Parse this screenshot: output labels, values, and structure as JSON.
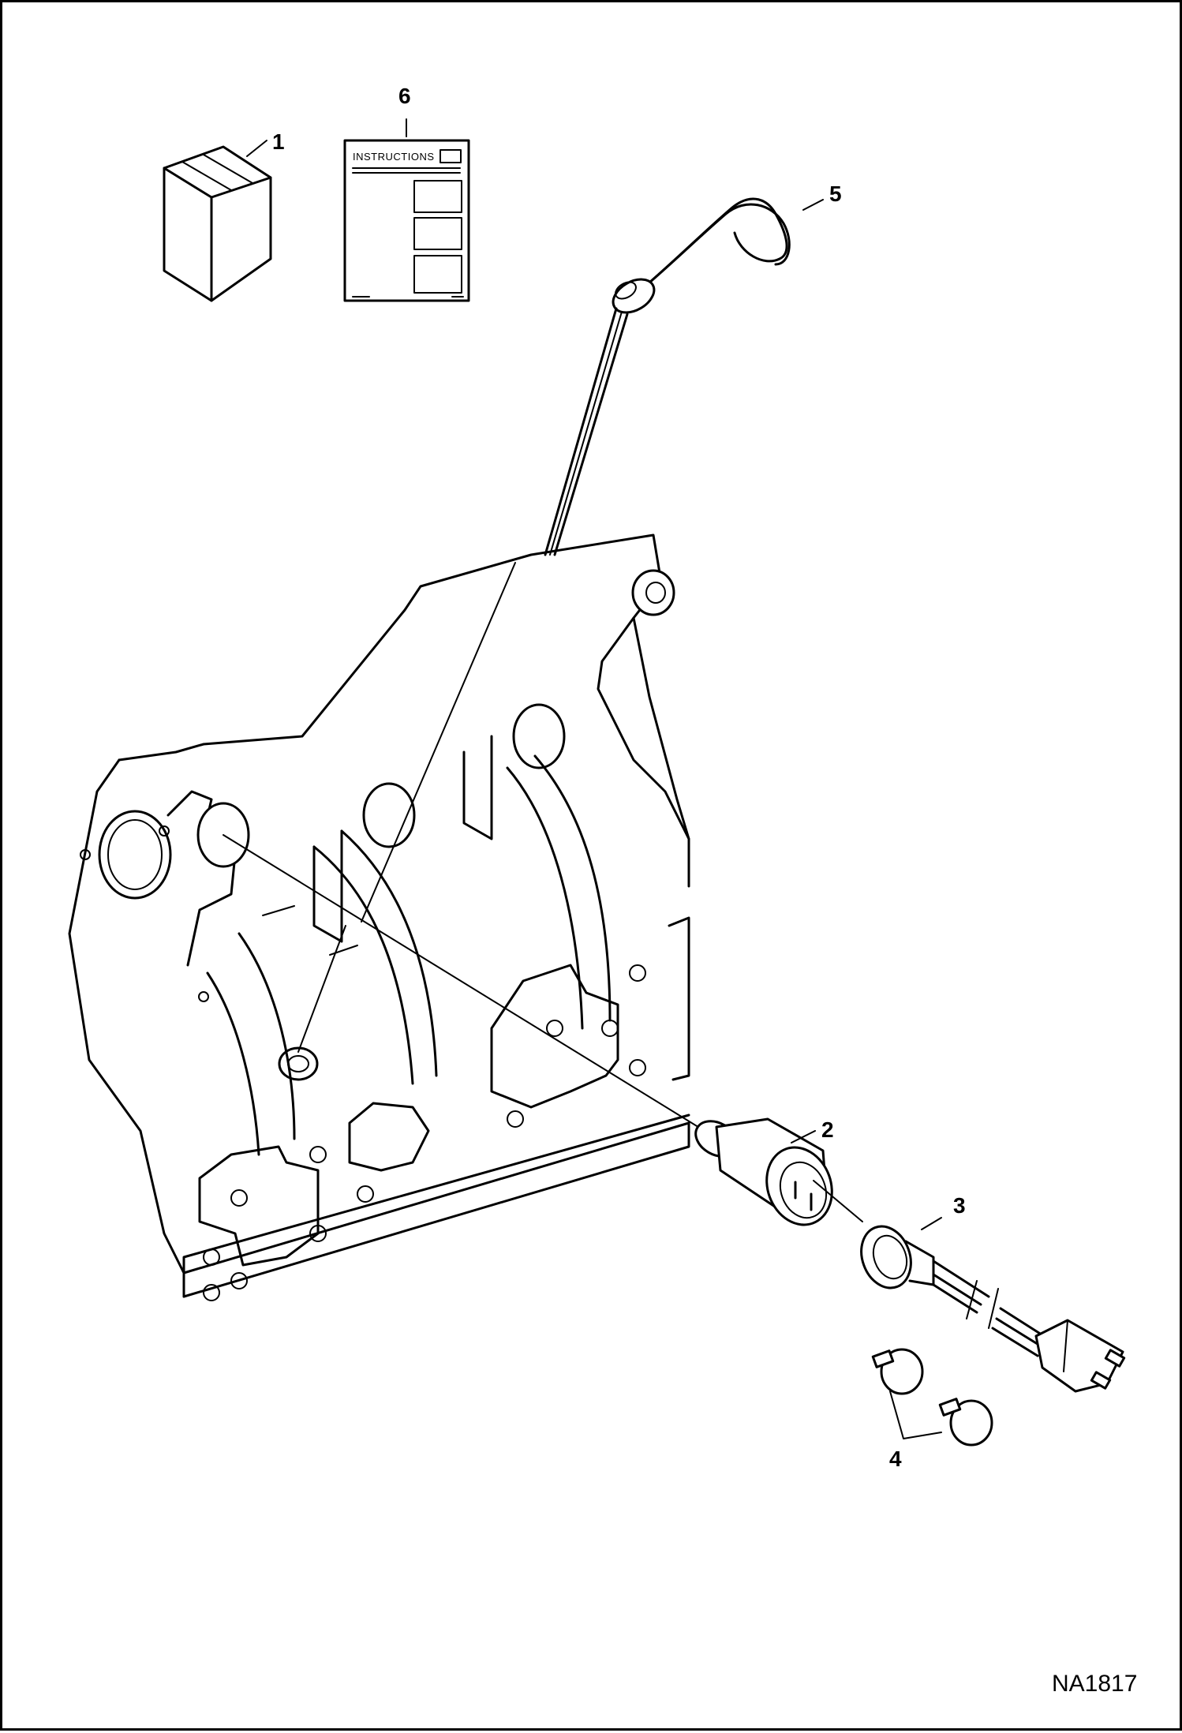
{
  "drawing_code": "NA1817",
  "instruction_sheet_text": "INSTRUCTIONS",
  "callouts": [
    "1",
    "2",
    "3",
    "4",
    "5",
    "6"
  ]
}
